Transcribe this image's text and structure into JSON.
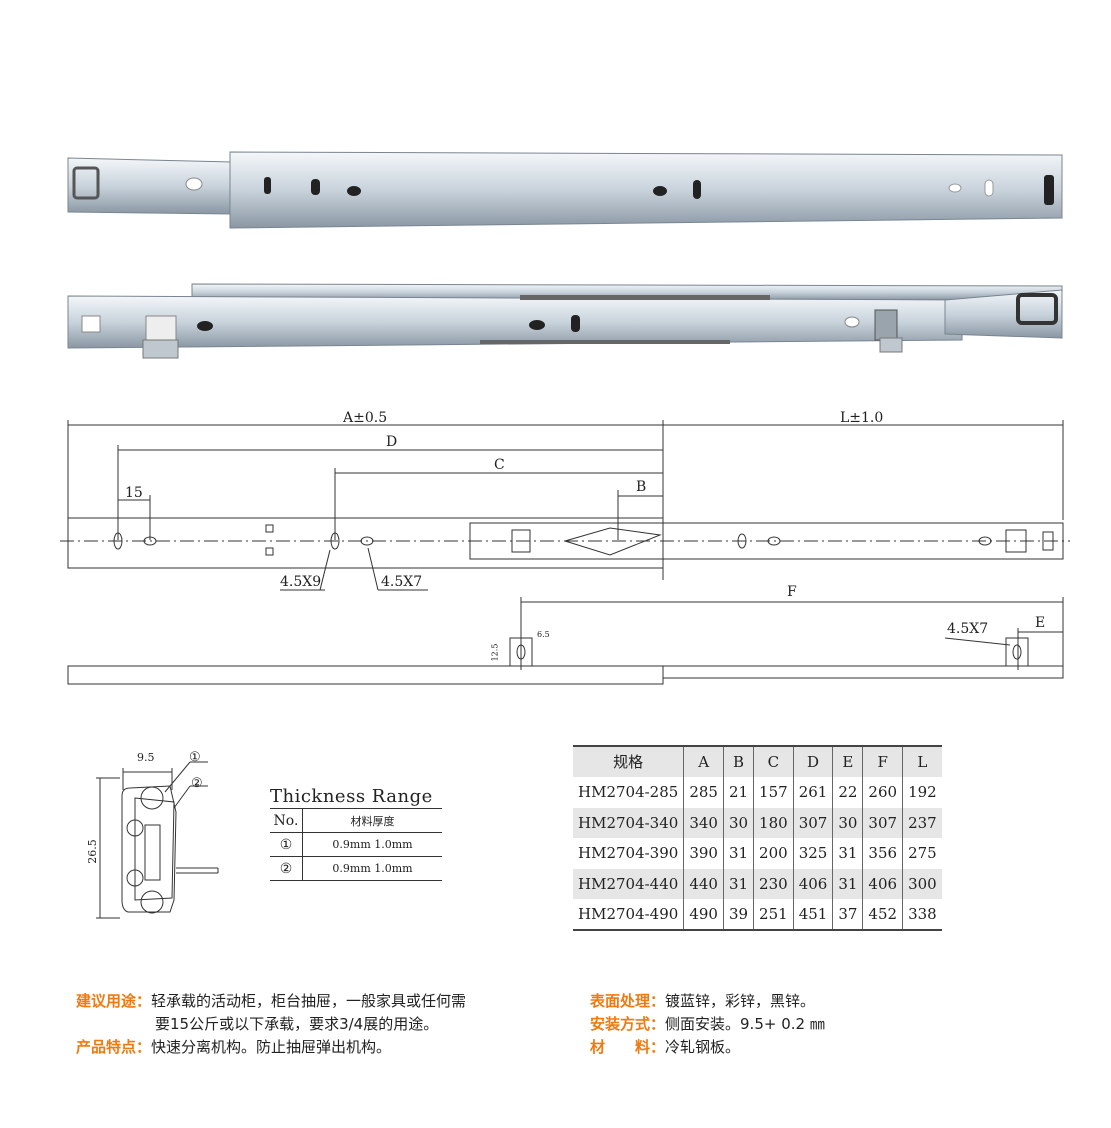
{
  "drawing": {
    "dim_A": "A±0.5",
    "dim_L": "L±1.0",
    "dim_D": "D",
    "dim_C": "C",
    "dim_B": "B",
    "dim_15": "15",
    "hole1": "4.5X9",
    "hole2": "4.5X7",
    "dim_F": "F",
    "dim_E": "E",
    "hole3": "4.5X7",
    "dim_12_5": "12.5",
    "dim_6_5": "6.5"
  },
  "section": {
    "width": "9.5",
    "height": "26.5",
    "callout1": "①",
    "callout2": "②"
  },
  "thickness": {
    "title": "Thickness Range",
    "headers": [
      "No.",
      "材料厚度"
    ],
    "rows": [
      [
        "①",
        "0.9mm 1.0mm"
      ],
      [
        "②",
        "0.9mm 1.0mm"
      ]
    ]
  },
  "spec_table": {
    "headers": [
      "规格",
      "A",
      "B",
      "C",
      "D",
      "E",
      "F",
      "L"
    ],
    "rows": [
      [
        "HM2704-285",
        "285",
        "21",
        "157",
        "261",
        "22",
        "260",
        "192"
      ],
      [
        "HM2704-340",
        "340",
        "30",
        "180",
        "307",
        "30",
        "307",
        "237"
      ],
      [
        "HM2704-390",
        "390",
        "31",
        "200",
        "325",
        "31",
        "356",
        "275"
      ],
      [
        "HM2704-440",
        "440",
        "31",
        "230",
        "406",
        "31",
        "406",
        "300"
      ],
      [
        "HM2704-490",
        "490",
        "39",
        "251",
        "451",
        "37",
        "452",
        "338"
      ]
    ]
  },
  "info": {
    "usage_label": "建议用途：",
    "usage_1": "轻承载的活动柜，柜台抽屉，一般家具或任何需",
    "usage_2": "要15公斤或以下承载，要求3/4展的用途。",
    "feature_label": "产品特点：",
    "feature": "快速分离机构。防止抽屉弹出机构。",
    "surface_label": "表面处理：",
    "surface": "镀蓝锌，彩锌，黑锌。",
    "install_label": "安装方式：",
    "install": "侧面安装。9.5+ 0.2 ㎜",
    "material_label": "材　　料：",
    "material": "冷轧钢板。"
  },
  "colors": {
    "accent": "#f07a10",
    "steel": "#c9d3dc"
  }
}
